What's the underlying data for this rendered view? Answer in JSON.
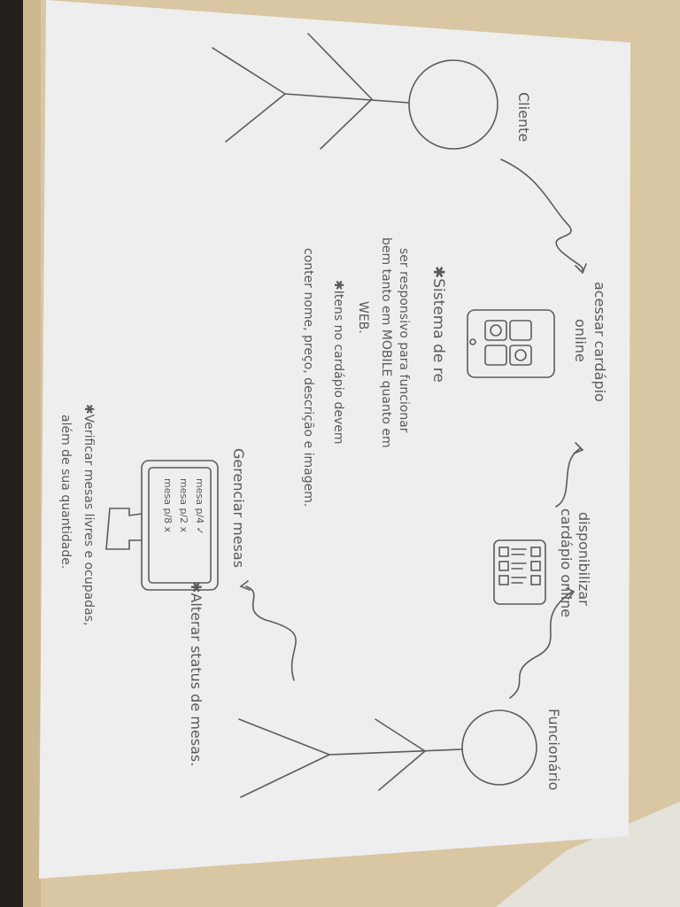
{
  "colors": {
    "table": "#d9c6a3",
    "paper": "#eeeeee",
    "ink": "#5a5a5a",
    "background": "#1e1b1a"
  },
  "actors": {
    "client_label": "Cliente",
    "employee_label": "Funcionário"
  },
  "flows": {
    "access_menu": [
      "acessar cardápio",
      "online"
    ],
    "provide_menu": [
      "disponibilizar",
      "cardápio online"
    ],
    "manage_tables": "Gerenciar mesas"
  },
  "notes": {
    "system_note": [
      "✱Sistema de re",
      "ser responsivo para funcionar",
      "bem tanto em MOBILE quanto em",
      "WEB."
    ],
    "items_note": [
      "✱Itens no cardápio devem",
      "conter nome, preço, descrição e imagem."
    ],
    "status_note": "✱Alterar status de mesas.",
    "check_note": [
      "✱Verificar mesas livres e ocupadas,",
      "além de sua quantidade."
    ]
  },
  "monitor_screen": [
    "mesa p/4 ✓",
    "mesa p/2 x",
    "mesa p/8 x"
  ],
  "icons": [
    "phone-sketch-icon",
    "tablet-menu-sketch-icon",
    "monitor-sketch-icon",
    "stick-figure-icon"
  ]
}
